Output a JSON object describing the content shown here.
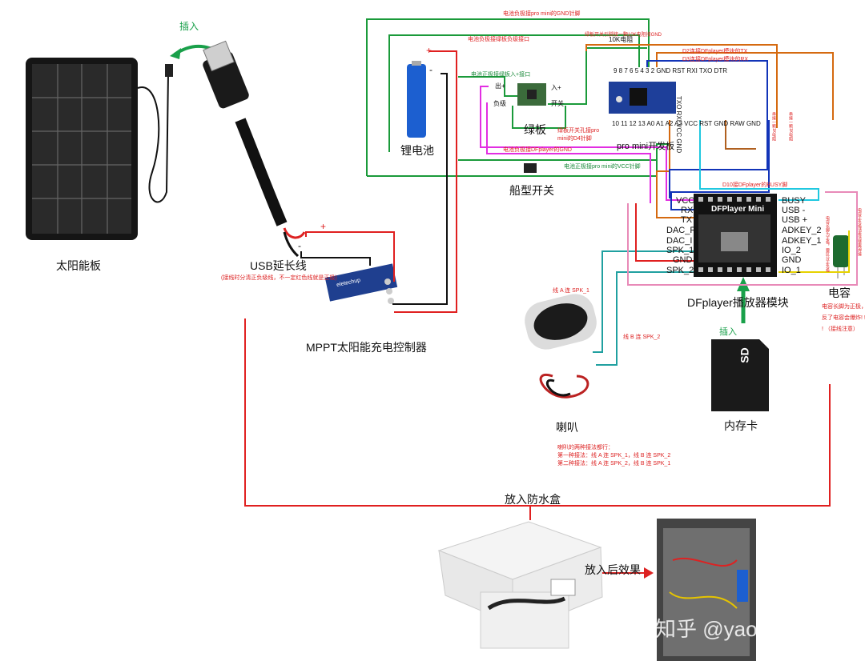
{
  "components": {
    "solar_panel": "太阳能板",
    "usb_ext": "USB延长线",
    "usb_ext_note": "(接线时分清正负级线，不一定红色线就是正极)",
    "mppt": "MPPT太阳能充电控制器",
    "battery": "锂电池",
    "green_board": "绿板",
    "boat_switch": "船型开关",
    "pro_mini": "pro mini开发板",
    "dfplayer": "DFplayer播放器模块",
    "capacitor": "电容",
    "speaker": "喇叭",
    "memory_card": "内存卡",
    "waterproof_box": "放入防水盒",
    "after_effect": "放入后效果",
    "watermark": "知乎 @yaoquan"
  },
  "arrows": {
    "insert_top": "插入",
    "insert_card": "插入"
  },
  "polarity": {
    "plus": "+",
    "minus": "-"
  },
  "green_board_pins": {
    "out_plus": "出+",
    "neg": "负级",
    "in_plus": "入+",
    "switch": "开关"
  },
  "resistor": "10K电阻",
  "pro_mini_pins": {
    "top_row": "9 8 7 6 5 4 3 2 GND RST RXI TXO DTR",
    "bottom_row": "10 11 12 13 A0 A1 A2 A3 VCC RST GND RAW GND",
    "side": "TXO RXI VCC GND"
  },
  "dfplayer_left_pins": [
    "VCC",
    "RX",
    "TX",
    "DAC_R",
    "DAC_I",
    "SPK_1",
    "GND",
    "SPK_2"
  ],
  "dfplayer_right_pins": [
    "BUSY",
    "USB -",
    "USB +",
    "ADKEY_2",
    "ADKEY_1",
    "IO_2",
    "GND",
    "IO_1"
  ],
  "dfplayer_chip": "DFPlayer Mini",
  "notes": {
    "n_gnd_top": "电池负极接pro mini的GND针脚",
    "n_minus_green": "电池负极接绿板负级接口",
    "n_resistor": "绿板开关引脚接一颗10K电阻接GND",
    "n_d2": "D2连接DFplayer模块的TX",
    "n_d3": "D3连接DFplayer模块的RX",
    "n_batt_plus": "电池正极接绿板入+接口",
    "n_switch_d4": "绿板开关孔接pro mini的D4针脚",
    "n_df_gnd": "电池负极接DFplayer的GND",
    "n_vcc": "电池正极接pro mini的VCC针脚",
    "n_d10": "D10接DFplayer的BUSY脚",
    "n_side1": "串接一颗1K电阻",
    "n_side2": "串接一颗1K电阻",
    "n_spk1": "线 A 连 SPK_1",
    "n_spk2": "线 B 连 SPK_2",
    "n_cap": "电容长脚为正极，要区分正负极",
    "n_cap_side": "电容正负极请看清楚再焊接",
    "n_cap_warn1": "电容长脚为正极，接",
    "n_cap_warn2": "反了电容会爆炸! !",
    "n_cap_warn3": "! （接线注意）",
    "speaker_title": "喇叭的两种接法都行：",
    "speaker_1": "第一种接法：线 A 连 SPK_1，线 B 连 SPK_2",
    "speaker_2": "第二种接法：线 A 连 SPK_2，线 B 连 SPK_1"
  },
  "card_label": "SD",
  "usb_board_text": "eletechup"
}
